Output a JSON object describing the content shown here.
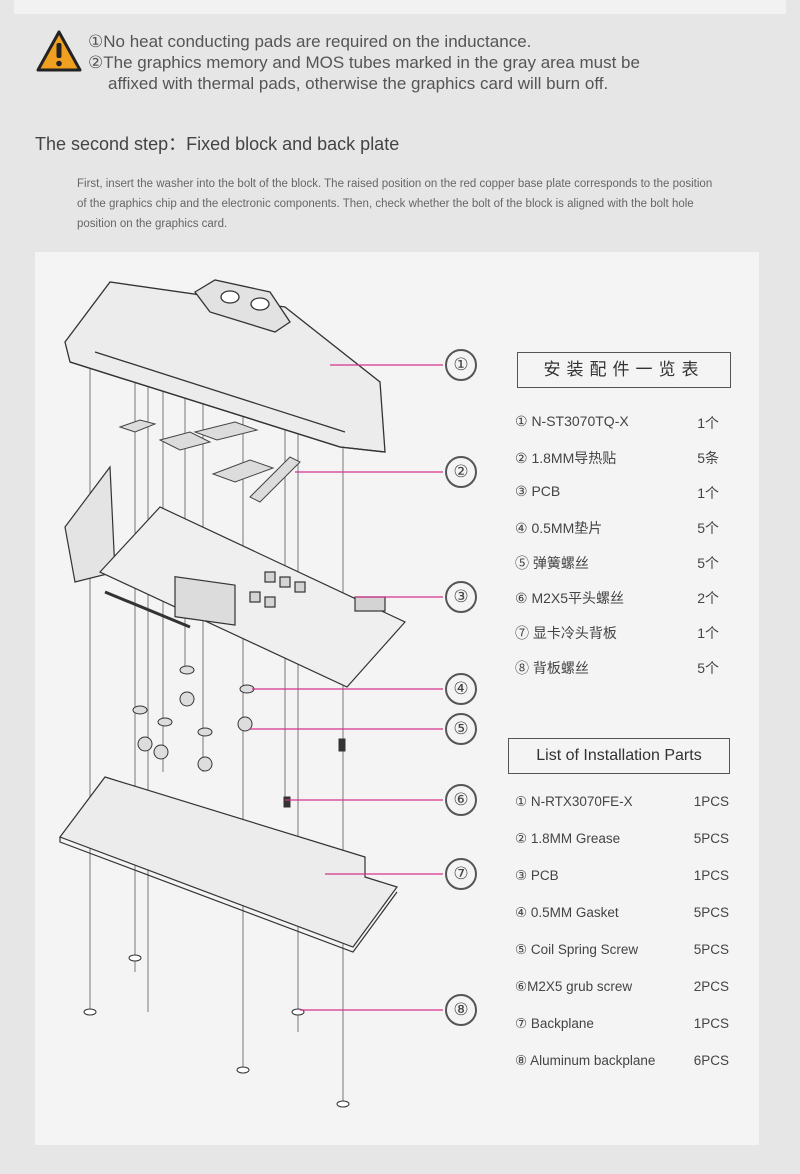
{
  "warning": {
    "icon": "warning-triangle-icon",
    "line1": "①No heat conducting pads are required on the inductance.",
    "line2": "②The graphics memory and MOS tubes marked in the gray area must be",
    "line3": "affixed with thermal pads, otherwise the graphics card will burn off."
  },
  "step_title": "The second step：Fixed block and back plate",
  "intro": "First, insert the washer into the bolt of the block. The raised position on the red copper base plate corresponds to the position of the graphics chip and the electronic components. Then, check whether the bolt of the block is aligned with the bolt hole position on the graphics card.",
  "callouts": [
    "①",
    "②",
    "③",
    "④",
    "⑤",
    "⑥",
    "⑦",
    "⑧"
  ],
  "parts_cn": {
    "title": "安装配件一览表",
    "items": [
      {
        "name": "① N-ST3070TQ-X",
        "qty": "1个"
      },
      {
        "name": "② 1.8MM导热贴",
        "qty": "5条"
      },
      {
        "name": "③ PCB",
        "qty": "1个"
      },
      {
        "name": "④ 0.5MM垫片",
        "qty": "5个"
      },
      {
        "name": "⑤ 弹簧螺丝",
        "qty": "5个"
      },
      {
        "name": "⑥ M2X5平头螺丝",
        "qty": "2个"
      },
      {
        "name": "⑦ 显卡冷头背板",
        "qty": "1个"
      },
      {
        "name": "⑧ 背板螺丝",
        "qty": "5个"
      }
    ]
  },
  "parts_en": {
    "title": "List of Installation Parts",
    "items": [
      {
        "name": "① N-RTX3070FE-X",
        "qty": "1PCS"
      },
      {
        "name": "② 1.8MM Grease",
        "qty": "5PCS"
      },
      {
        "name": "③ PCB",
        "qty": "1PCS"
      },
      {
        "name": "④ 0.5MM Gasket",
        "qty": "5PCS"
      },
      {
        "name": "⑤ Coil Spring Screw",
        "qty": "5PCS"
      },
      {
        "name": "⑥M2X5 grub screw",
        "qty": "2PCS"
      },
      {
        "name": "⑦ Backplane",
        "qty": "1PCS"
      },
      {
        "name": "⑧ Aluminum backplane",
        "qty": "6PCS"
      }
    ]
  },
  "colors": {
    "leader": "#d6338a",
    "warning": "#f0a020"
  }
}
